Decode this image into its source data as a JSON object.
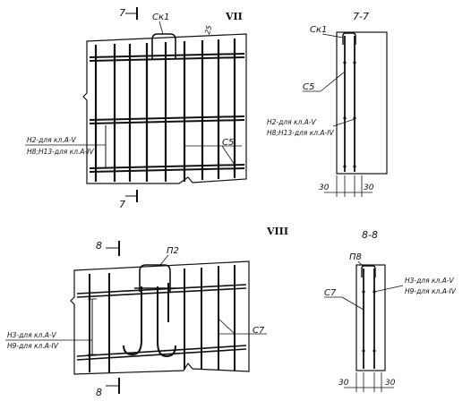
{
  "views": {
    "v7": {
      "roman": "VII",
      "cut_mark": "7",
      "clip_label": "Ск1",
      "dim_25": "25",
      "mesh_label": "С5",
      "side_h2": "Н2-для кл.А-V",
      "side_h8": "Н8;Н13-для кл.А-IV"
    },
    "s7": {
      "title": "7-7",
      "clip_label": "Ск1",
      "mesh_label": "С5",
      "note_h2": "Н2-для кл.А-V",
      "note_h8": "Н8;Н13-для кл.А-IV",
      "dim_left": "30",
      "dim_right": "30"
    },
    "v8": {
      "roman": "VIII",
      "cut_mark": "8",
      "clip_label": "П2",
      "mesh_label": "С7",
      "side_h3": "Н3-для кл.А-V",
      "side_h9": "Н9-для кл.А-IV"
    },
    "s8": {
      "title": "8-8",
      "clip_label": "П8",
      "mesh_label": "С7",
      "note_h3": "Н3-для кл.А-V",
      "note_h9": "Н9-для кл.А-IV",
      "dim_left": "30",
      "dim_right": "30"
    }
  }
}
